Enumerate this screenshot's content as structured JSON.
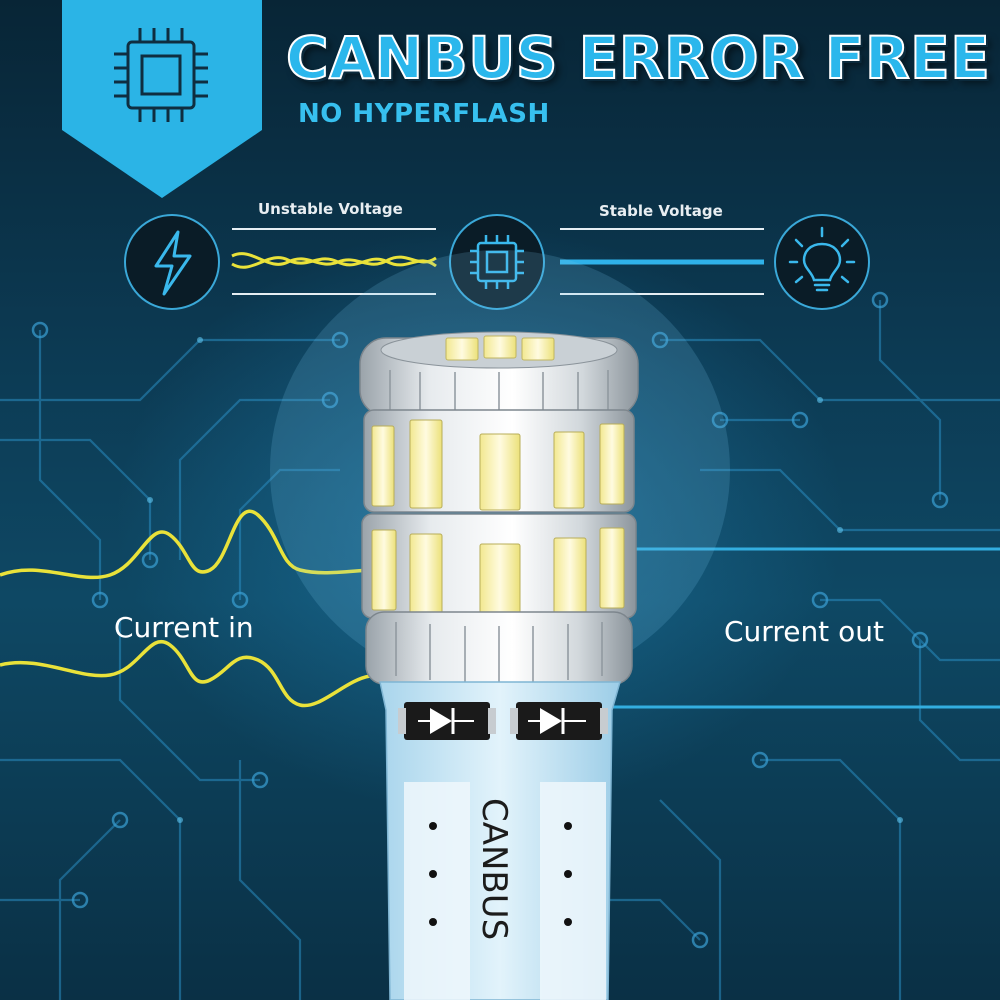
{
  "banner": {
    "title": "CANBUS ERROR FREE",
    "subtitle": "NO HYPERFLASH"
  },
  "comparison": {
    "unstable_label": "Unstable Voltage",
    "stable_label": "Stable Voltage"
  },
  "current": {
    "in_label": "Current in",
    "out_label": "Current out"
  },
  "bulb": {
    "base_text": "CANBUS"
  },
  "icons": {
    "banner_icon": "chip-icon",
    "left_icon": "lightning-icon",
    "middle_icon": "chip-icon",
    "right_icon": "lightbulb-icon"
  },
  "colors": {
    "accent_blue": "#2bb7ec",
    "wave_yellow": "#e9e23a",
    "line_blue": "#33aee0",
    "background": "#0c3a53"
  }
}
